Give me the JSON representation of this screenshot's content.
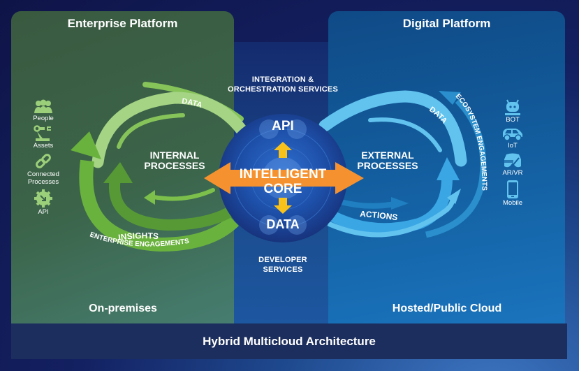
{
  "enterprise_panel": {
    "title": "Enterprise Platform",
    "footer": "On-premises",
    "process_label": [
      "INTERNAL",
      "PROCESSES"
    ],
    "flow_labels": {
      "data": "DATA",
      "insights": "INSIGHTS",
      "engagements": "ENTERPRISE ENGAGEMENTS"
    },
    "icons": [
      {
        "icon": "people-icon",
        "label": "People"
      },
      {
        "icon": "robot-arm-icon",
        "label": "Assets"
      },
      {
        "icon": "chain-link-icon",
        "label": "Connected Processes"
      },
      {
        "icon": "gear-api-icon",
        "label": "API"
      }
    ],
    "color": "#7cc04b"
  },
  "digital_panel": {
    "title": "Digital Platform",
    "footer": "Hosted/Public Cloud",
    "process_label": [
      "EXTERNAL",
      "PROCESSES"
    ],
    "flow_labels": {
      "data": "DATA",
      "actions": "ACTIONS",
      "engagements": "ECOSYSTEM ENGAGEMENTS"
    },
    "icons": [
      {
        "icon": "bot-icon",
        "label": "BOT"
      },
      {
        "icon": "car-icon",
        "label": "IoT"
      },
      {
        "icon": "vr-headset-icon",
        "label": "AR/VR"
      },
      {
        "icon": "mobile-phone-icon",
        "label": "Mobile"
      }
    ],
    "color": "#5bc0ef"
  },
  "core": {
    "top_service": [
      "INTEGRATION &",
      "ORCHESTRATION SERVICES"
    ],
    "bottom_service": [
      "DEVELOPER",
      "SERVICES"
    ],
    "api_label": "API",
    "data_label": "DATA",
    "title": [
      "INTELLIGENT",
      "CORE"
    ],
    "arrow_color": "#f5922f",
    "small_arrow_color": "#f9c21b"
  },
  "footer_bar": {
    "label": "Hybrid Multicloud Architecture"
  }
}
